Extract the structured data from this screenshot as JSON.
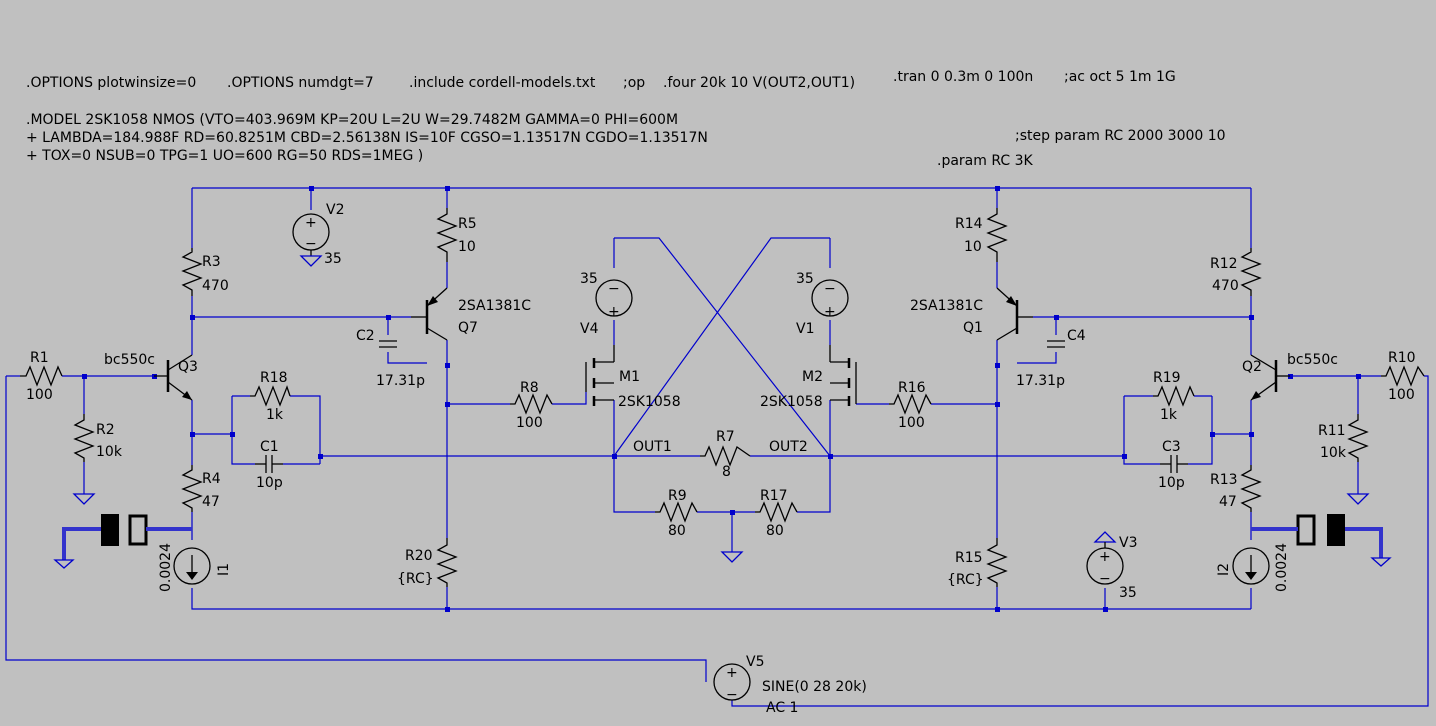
{
  "directives": {
    "options_winsize": ".OPTIONS plotwinsize=0",
    "options_numdgt": ".OPTIONS numdgt=7",
    "include": ".include cordell-models.txt",
    "op": ";op",
    "four": ".four 20k 10 V(OUT2,OUT1)",
    "tran": ".tran 0 0.3m 0 100n",
    "ac": ";ac oct 5 1m 1G",
    "model_line1": ".MODEL 2SK1058 NMOS (VTO=403.969M KP=20U L=2U W=29.7482M GAMMA=0 PHI=600M",
    "model_line2": "+ LAMBDA=184.988F RD=60.8251M CBD=2.56138N IS=10F CGSO=1.13517N CGDO=1.13517N",
    "model_line3": "+ TOX=0 NSUB=0 TPG=1 UO=600 RG=50 RDS=1MEG )",
    "step": ";step param RC 2000 3000 10",
    "param": ".param RC 3K"
  },
  "components": {
    "R1": {
      "name": "R1",
      "value": "100"
    },
    "R2": {
      "name": "R2",
      "value": "10k"
    },
    "R3": {
      "name": "R3",
      "value": "470"
    },
    "R4": {
      "name": "R4",
      "value": "47"
    },
    "R5": {
      "name": "R5",
      "value": "10"
    },
    "R7": {
      "name": "R7",
      "value": "8"
    },
    "R8": {
      "name": "R8",
      "value": "100"
    },
    "R9": {
      "name": "R9",
      "value": "80"
    },
    "R10": {
      "name": "R10",
      "value": "100"
    },
    "R11": {
      "name": "R11",
      "value": "10k"
    },
    "R12": {
      "name": "R12",
      "value": "470"
    },
    "R13": {
      "name": "R13",
      "value": "47"
    },
    "R14": {
      "name": "R14",
      "value": "10"
    },
    "R15": {
      "name": "R15",
      "value": "{RC}"
    },
    "R16": {
      "name": "R16",
      "value": "100"
    },
    "R17": {
      "name": "R17",
      "value": "80"
    },
    "R18": {
      "name": "R18",
      "value": "1k"
    },
    "R19": {
      "name": "R19",
      "value": "1k"
    },
    "R20": {
      "name": "R20",
      "value": "{RC}"
    },
    "C1": {
      "name": "C1",
      "value": "10p"
    },
    "C2": {
      "name": "C2",
      "value": "17.31p"
    },
    "C3": {
      "name": "C3",
      "value": "10p"
    },
    "C4": {
      "name": "C4",
      "value": "17.31p"
    },
    "Q1": {
      "name": "Q1",
      "model": "2SA1381C"
    },
    "Q2": {
      "name": "Q2",
      "model": "bc550c"
    },
    "Q3": {
      "name": "Q3",
      "model": "bc550c"
    },
    "Q7": {
      "name": "Q7",
      "model": "2SA1381C"
    },
    "M1": {
      "name": "M1",
      "model": "2SK1058"
    },
    "M2": {
      "name": "M2",
      "model": "2SK1058"
    },
    "V1": {
      "name": "V1",
      "value": "35"
    },
    "V2": {
      "name": "V2",
      "value": "35"
    },
    "V3": {
      "name": "V3",
      "value": "35"
    },
    "V4": {
      "name": "V4",
      "value": "35"
    },
    "V5": {
      "name": "V5",
      "value": "SINE(0 28 20k)",
      "ac": "AC 1"
    },
    "I1": {
      "name": "I1",
      "value": "0.0024"
    },
    "I2": {
      "name": "I2",
      "value": "0.0024"
    }
  },
  "nets": {
    "out1": "OUT1",
    "out2": "OUT2"
  }
}
